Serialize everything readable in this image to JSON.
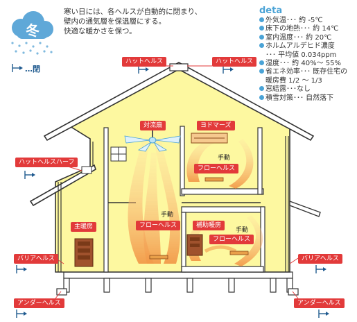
{
  "season": {
    "label": "冬"
  },
  "intro": {
    "lines": [
      "寒い日には、各ヘルスが自動的に閉まり、",
      "壁内の通気層を保温層にする。",
      "快適な暖かさを保つ。"
    ]
  },
  "closed_legend": {
    "label": "…閉"
  },
  "data": {
    "title": "deta",
    "rows": [
      {
        "text": "外気温･･･ 約 -5℃",
        "cont": ""
      },
      {
        "text": "床下の地熱･･･ 約 14℃",
        "cont": ""
      },
      {
        "text": "室内温度･･･ 約 20℃",
        "cont": ""
      },
      {
        "text": "ホルムアルデヒド濃度",
        "cont": "･･･ 平均値 0.034ppm"
      },
      {
        "text": "湿度･･･ 約 40%～ 55%",
        "cont": ""
      },
      {
        "text": "省エネ効率･･･ 既存住宅の",
        "cont": "暖房費 1/2 ～ 1/3"
      },
      {
        "text": "窓結露･･･なし",
        "cont": ""
      },
      {
        "text": "積雪対策･･･ 自然落下",
        "cont": ""
      }
    ]
  },
  "labels": {
    "hat_left": "ハットヘルス",
    "hat_right": "ハットヘルス",
    "hat_half": "ハットヘルスハーフ",
    "barrier_left": "バリアヘルス",
    "barrier_right": "バリアヘルス",
    "under_left": "アンダーヘルス",
    "under_right": "アンダーヘルス",
    "fan": "対流扇",
    "yodomars": "ヨドマーズ",
    "main_heater": "主暖房",
    "aux_heater": "補助暖房",
    "flow_center": "フローヘルス",
    "flow_upper_right": "フローヘルス",
    "flow_lower_right": "フローヘルス",
    "manual_center": "手動",
    "manual_upper_right": "手動",
    "manual_lower_right": "手動"
  },
  "colors": {
    "house_fill": "#fdf8a0",
    "outline": "#333333",
    "tag_red": "#e23a3a",
    "accent_blue": "#4aa3d6",
    "warm_flow": "#f3a35a"
  }
}
